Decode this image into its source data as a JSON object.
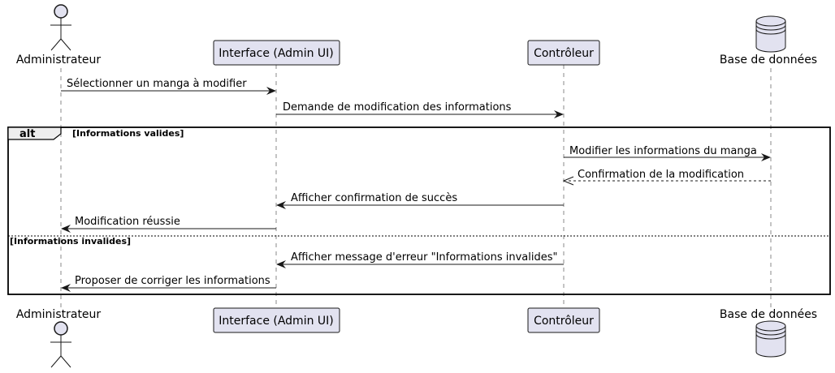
{
  "participants": {
    "admin": "Administrateur",
    "ui": "Interface (Admin UI)",
    "ctrl": "Contrôleur",
    "db": "Base de données"
  },
  "messages": {
    "m1": "Sélectionner un manga à modifier",
    "m2": "Demande de modification des informations",
    "m3": "Modifier les informations du manga",
    "m4": "Confirmation de la modification",
    "m5": "Afficher confirmation de succès",
    "m6": "Modification réussie",
    "m7": "Afficher message d'erreur \"Informations invalides\"",
    "m8": "Proposer de corriger les informations"
  },
  "fragment": {
    "type": "alt",
    "guard1": "[Informations valides]",
    "guard2": "[Informations invalides]"
  },
  "colors": {
    "participant_fill": "#E2E2F0",
    "line": "#181818"
  }
}
